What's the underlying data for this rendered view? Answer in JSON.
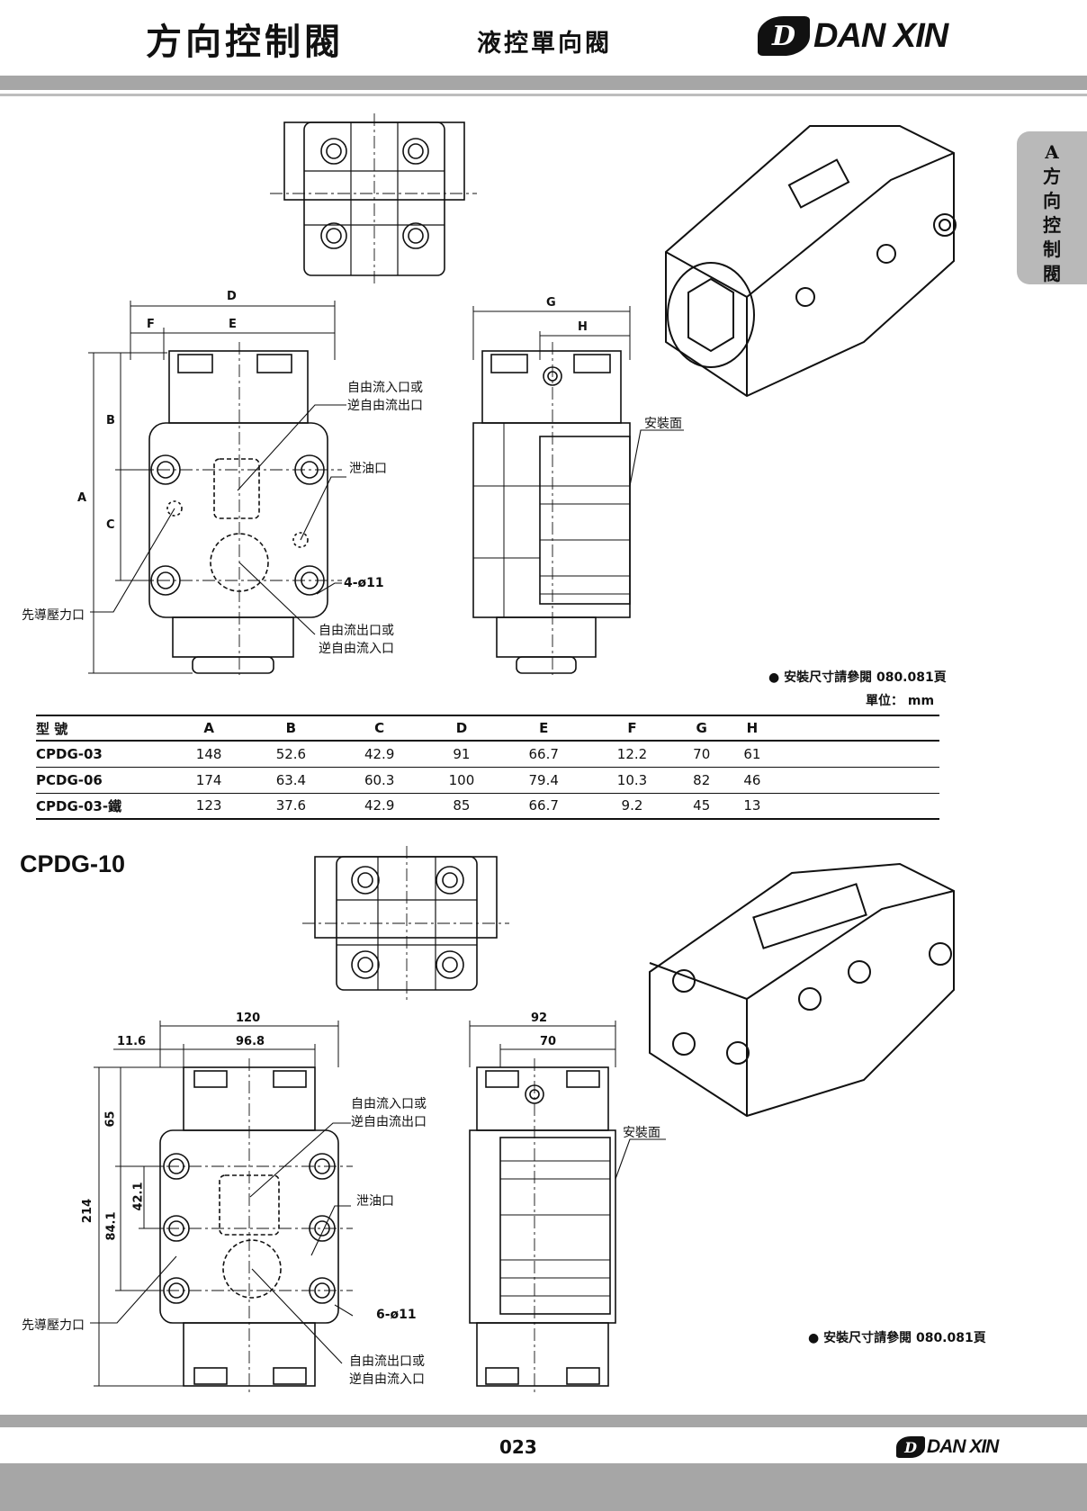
{
  "header": {
    "title": "方向控制閥",
    "subtitle": "液控單向閥",
    "brand_mark": "D",
    "brand_name": "DAN XIN"
  },
  "side_tab": {
    "chars": [
      "A",
      "方",
      "向",
      "控",
      "制",
      "閥"
    ]
  },
  "diagram_top": {
    "dims": {
      "D": "D",
      "E": "E",
      "F": "F",
      "G": "G",
      "H": "H",
      "A": "A",
      "B": "B",
      "C": "C"
    },
    "callouts": {
      "inlet": [
        "自由流入口或",
        "逆自由流出口"
      ],
      "drain": "泄油口",
      "holes": "4-ø11",
      "pilot": "先導壓力口",
      "outlet": [
        "自由流出口或",
        "逆自由流入口"
      ],
      "mount_face": "安裝面"
    },
    "note": "● 安裝尺寸請參閱 080.081頁",
    "unit": "單位： mm"
  },
  "spec_table": {
    "headers": [
      "型 號",
      "A",
      "B",
      "C",
      "D",
      "E",
      "F",
      "G",
      "H"
    ],
    "rows": [
      [
        "CPDG-03",
        "148",
        "52.6",
        "42.9",
        "91",
        "66.7",
        "12.2",
        "70",
        "61"
      ],
      [
        "PCDG-06",
        "174",
        "63.4",
        "60.3",
        "100",
        "79.4",
        "10.3",
        "82",
        "46"
      ],
      [
        "CPDG-03-鐵",
        "123",
        "37.6",
        "42.9",
        "85",
        "66.7",
        "9.2",
        "45",
        "13"
      ]
    ]
  },
  "diagram_bottom": {
    "model": "CPDG-10",
    "dims": {
      "w_total": "120",
      "w_inner": "96.8",
      "w_offset": "11.6",
      "h_total": "214",
      "h_top": "65",
      "h_mid": "84.1",
      "h_hole": "42.1",
      "side_total": "92",
      "side_inner": "70"
    },
    "callouts": {
      "inlet": [
        "自由流入口或",
        "逆自由流出口"
      ],
      "drain": "泄油口",
      "holes": "6-ø11",
      "pilot": "先導壓力口",
      "outlet": [
        "自由流出口或",
        "逆自由流入口"
      ],
      "mount_face": "安裝面"
    },
    "note": "● 安裝尺寸請參閱 080.081頁"
  },
  "footer": {
    "page": "023",
    "brand_mark": "D",
    "brand_name": "DAN XIN"
  }
}
